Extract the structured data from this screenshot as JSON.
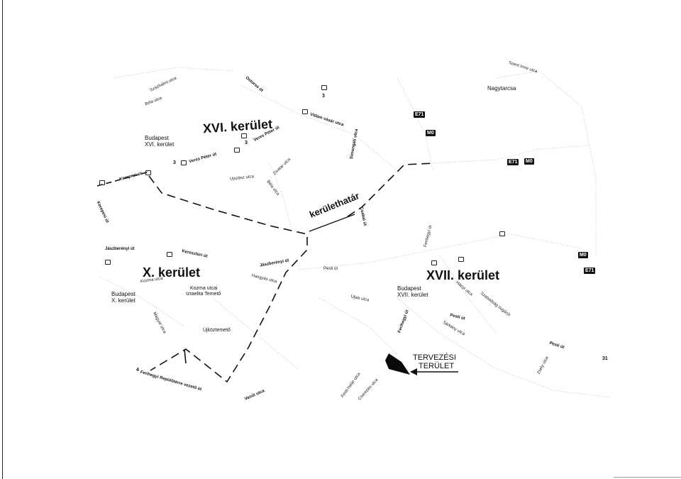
{
  "districts": {
    "xvi": "XVI. kerület",
    "x": "X. kerület",
    "xvii": "XVII. kerület"
  },
  "cities": {
    "xvi_1": "Budapest",
    "xvi_2": "XVI. kerület",
    "x_1": "Budapest",
    "x_2": "X. kerület",
    "xvii_1": "Budapest",
    "xvii_2": "XVII. kerület",
    "nagytarcsa": "Nagytarcsa"
  },
  "boundary_label": "kerülethatár",
  "target": {
    "line1": "TERVEZÉSI",
    "line2": "TERÜLET",
    "arrow": "←"
  },
  "places": {
    "cemetery1": "Kozma utcai",
    "cemetery2": "Izraelita Temető",
    "ujkoztemeto": "Újköztemető"
  },
  "streets": {
    "ostoros": "Ostoros út",
    "veres1": "Veres Péter út",
    "veres2": "Veres Péter út",
    "vidam": "Vidám vásár utca",
    "simongat": "Simongáti utca",
    "kerepesi1": "Kerepesi út",
    "kerepesi2": "Kerepesi út",
    "keresztur": "Keresztúri út",
    "jaszbereny1": "Jászberényi út",
    "jaszbereny2": "Jászberényi út",
    "csabai": "Csabai út",
    "pesti1": "Pesti út",
    "pesti2": "Pesti út",
    "pesti3": "Pesti út",
    "ferihegyi1": "Ferihegyi út",
    "ferihegyi2": "Ferihegyi út",
    "ferihegyi3": "Ferihegyi Repülőtérre vezető út",
    "kozma": "Kozma utca",
    "magyar": "Magyar utca",
    "ujlak": "Újlak utca",
    "zsely": "Zsely utca",
    "bela1": "Béla utca",
    "bela2": "Béla utca",
    "ujszasz": "Ujszász utca",
    "zivatar": "Zivatar utca",
    "hangyas": "Hangyás utca",
    "szabadsag": "Szabadság sugárút",
    "hanyi": "Hányi utca",
    "szaszhalmi": "Százhalmi utca",
    "sarkany": "Sárkány utca",
    "pesti_hatar": "Pesti határ utca",
    "vasut": "Vasút utca",
    "cserepes": "Cserepes utca",
    "szent": "Szent Imre utca"
  },
  "shields": {
    "e71a": "E71",
    "e71b": "E71",
    "e71c": "E71",
    "m0a": "M0",
    "m0b": "M0",
    "m0c": "M0"
  },
  "routes": {
    "r1": "3",
    "r2": "3",
    "r3": "3",
    "r4": "4",
    "r5": "31"
  }
}
